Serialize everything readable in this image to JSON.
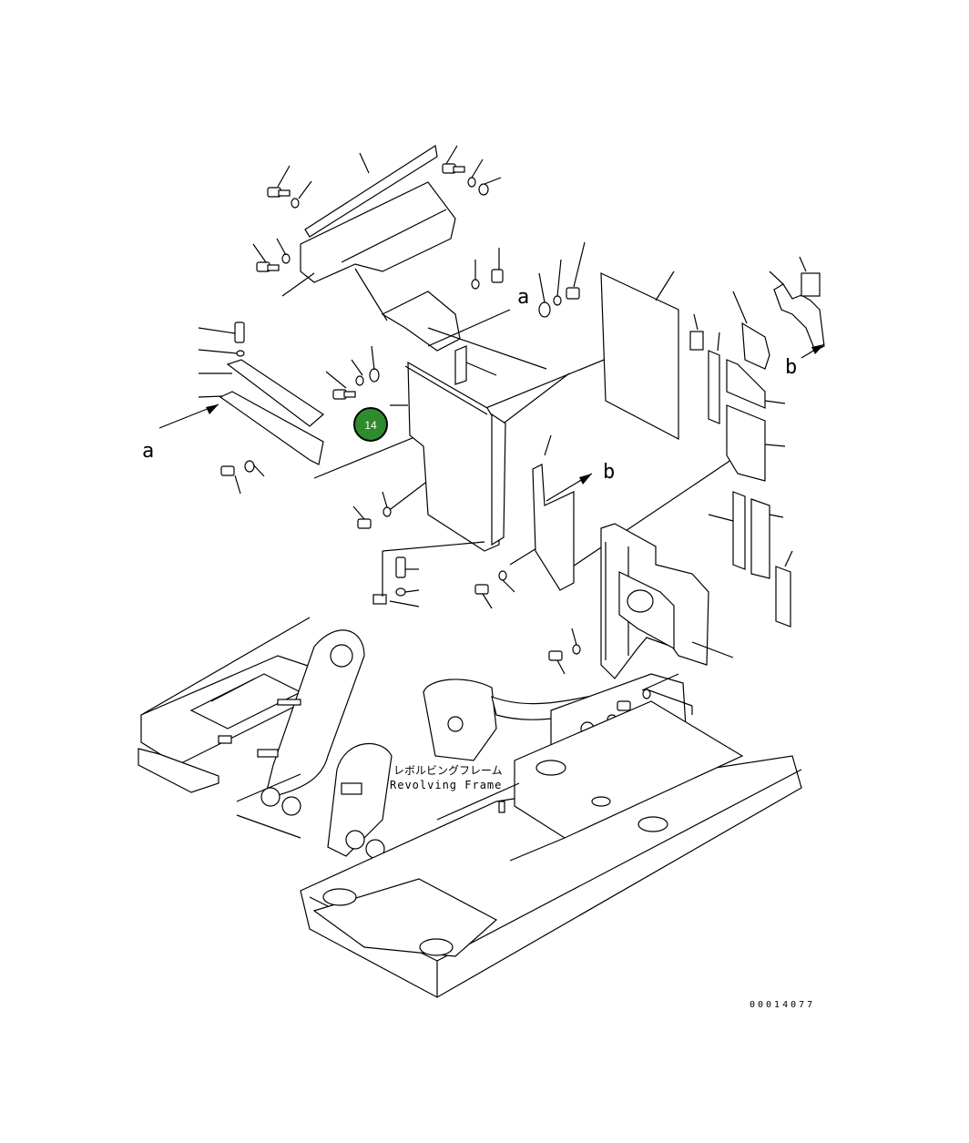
{
  "diagram": {
    "refs": {
      "a_left": "a",
      "a_right": "a",
      "b_top": "b",
      "b_mid": "b"
    },
    "frame_label_jp": "レボルビングフレーム",
    "frame_label_en": "Revolving Frame",
    "drawing_code": "00014077",
    "callout": {
      "number": "14",
      "color": "#2e8b2e"
    }
  }
}
